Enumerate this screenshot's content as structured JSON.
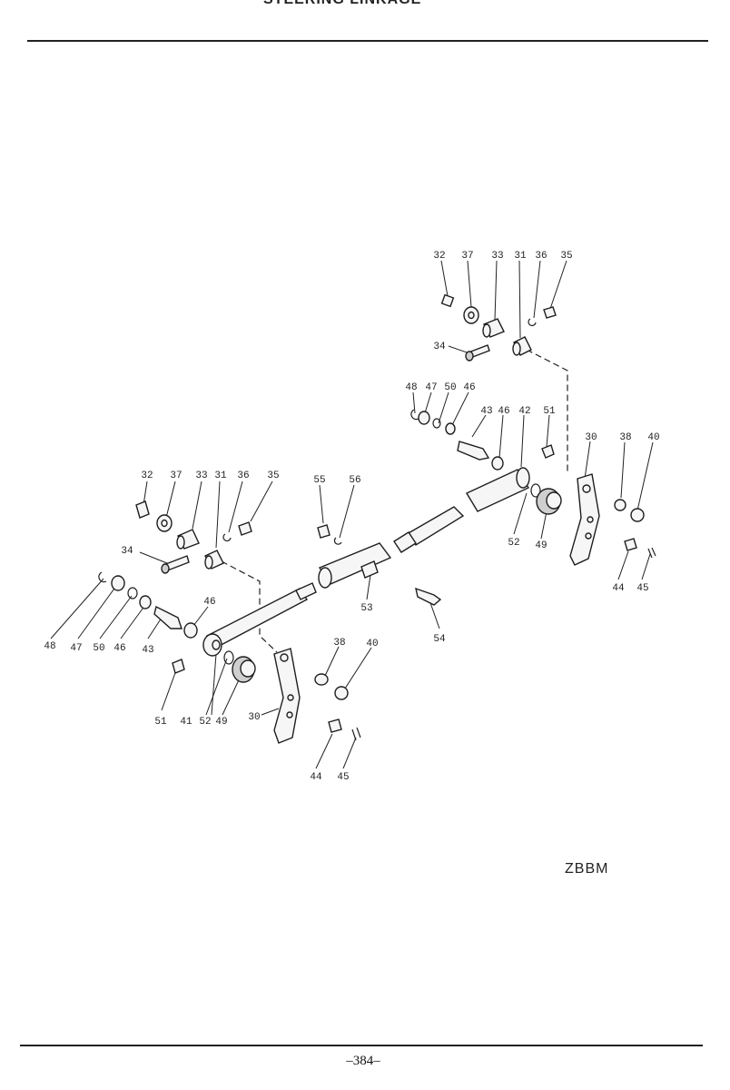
{
  "page": {
    "header_text": "STEERING LINKAGE",
    "page_number": "–384–",
    "diagram_code": "ZBBM"
  },
  "callouts": [
    "32",
    "37",
    "33",
    "31",
    "36",
    "35",
    "34",
    "48",
    "47",
    "50",
    "46",
    "43",
    "46",
    "42",
    "51",
    "30",
    "38",
    "40",
    "52",
    "49",
    "44",
    "45",
    "32",
    "37",
    "33",
    "31",
    "36",
    "35",
    "34",
    "55",
    "56",
    "46",
    "48",
    "47",
    "50",
    "46",
    "43",
    "53",
    "54",
    "51",
    "41",
    "52",
    "49",
    "30",
    "38",
    "40",
    "44",
    "45"
  ]
}
